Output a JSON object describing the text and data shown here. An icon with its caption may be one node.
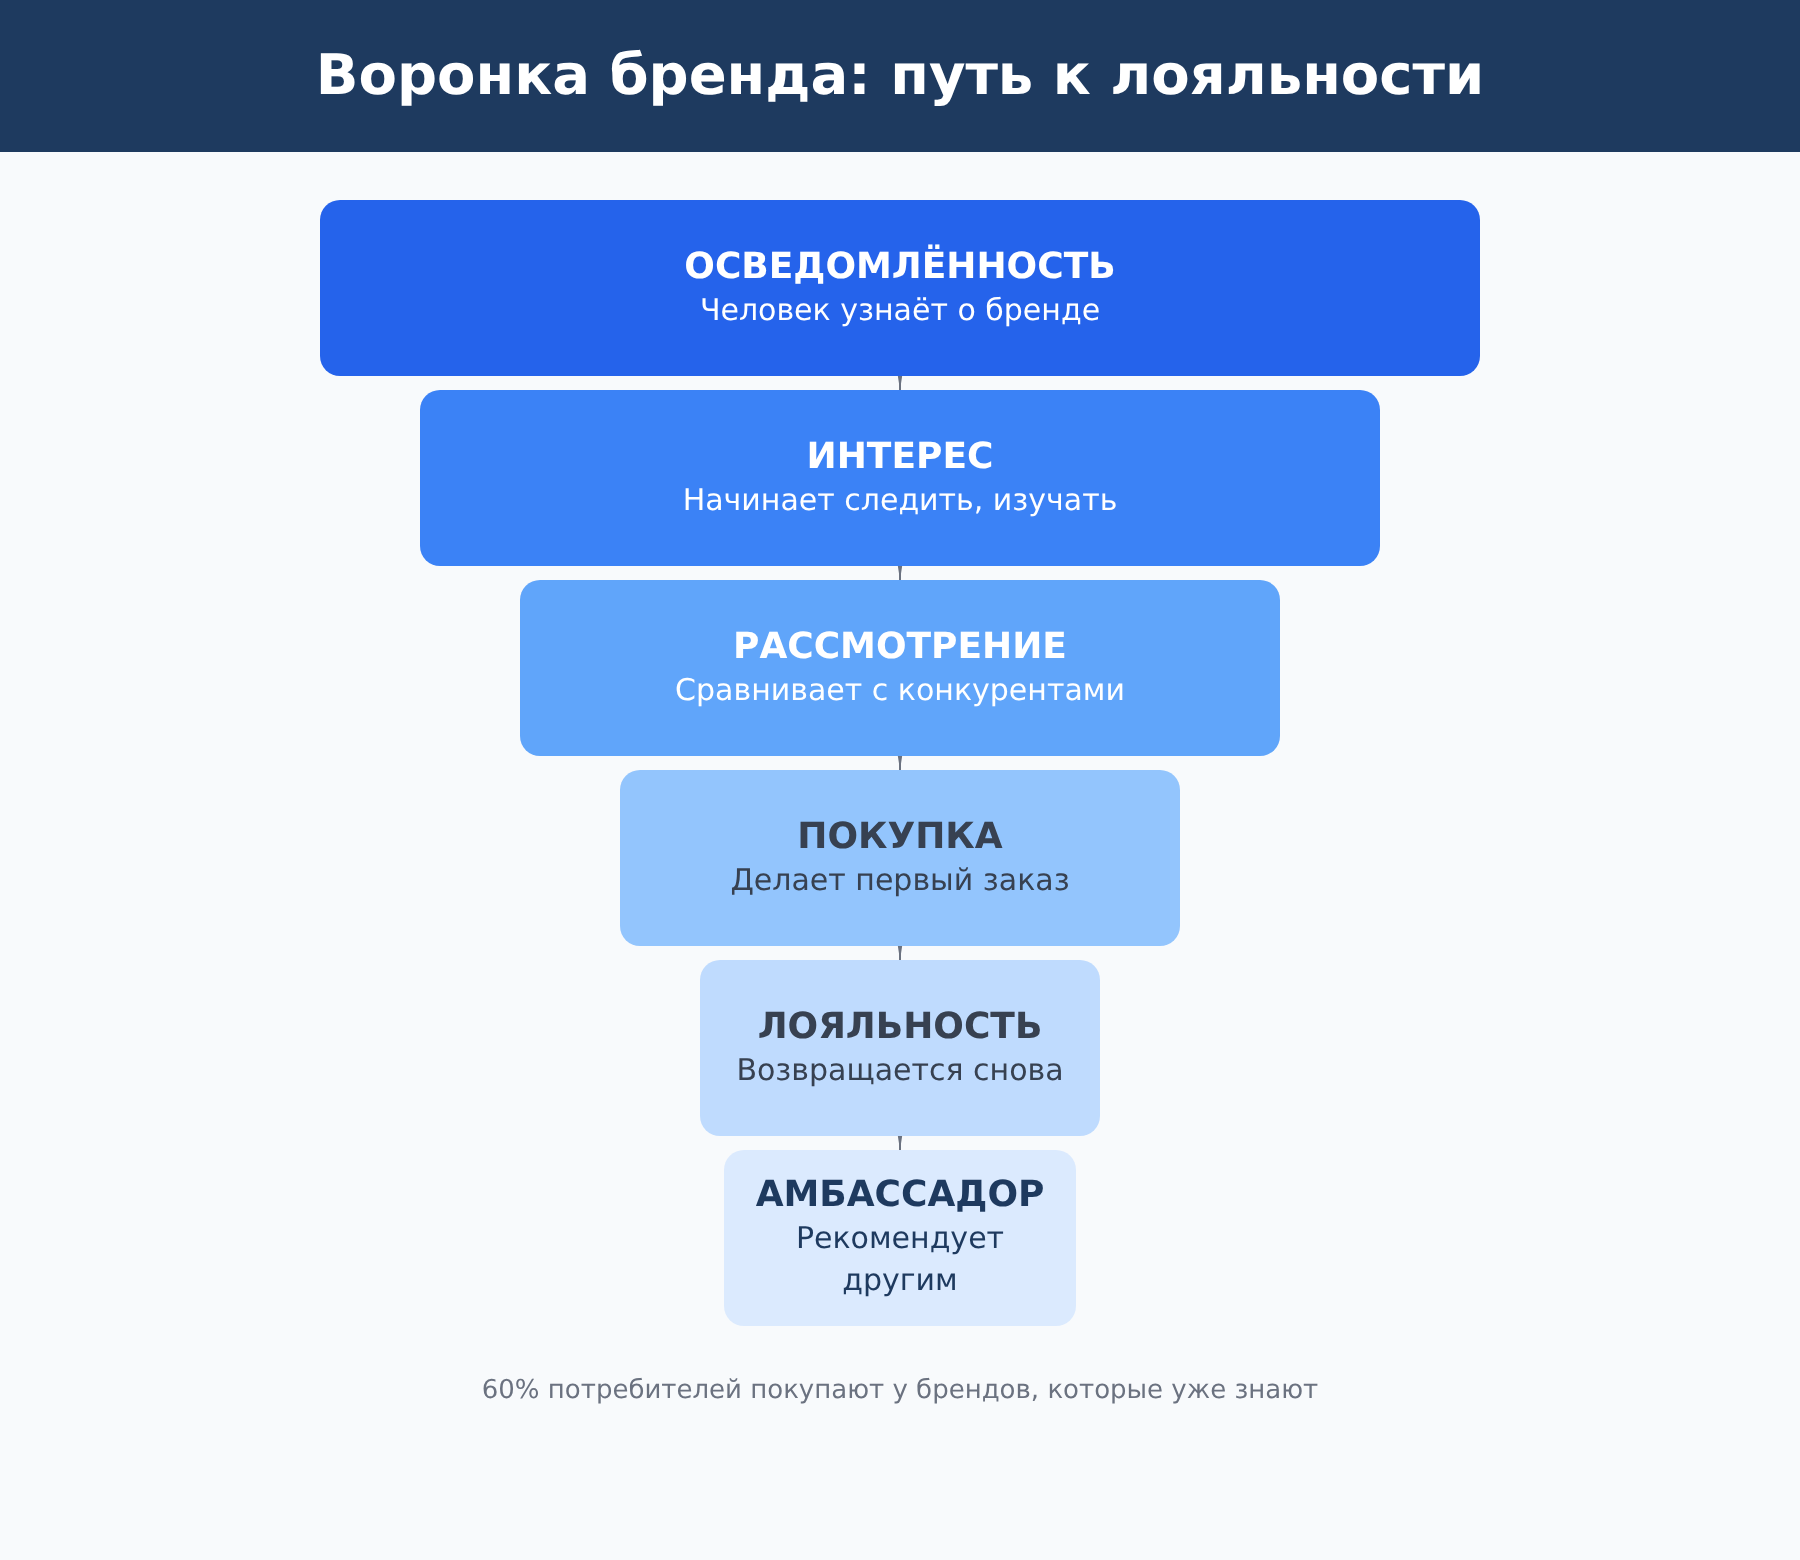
{
  "diagram": {
    "title": "Воронка бренда: путь к лояльности",
    "nodes": [
      {
        "text": [
          "ОСВЕДОМЛЁННОСТЬ",
          "Человек узнаёт о бренде"
        ]
      },
      {
        "text": [
          "ИНТЕРЕС",
          "Начинает следить, изучать"
        ]
      },
      {
        "text": [
          "РАССМОТРЕНИЕ",
          "Сравнивает с конкурентами"
        ]
      },
      {
        "text": [
          "ПОКУПКА",
          "Делает первый заказ"
        ]
      },
      {
        "text": [
          "ЛОЯЛЬНОСТЬ",
          "Возвращается снова"
        ]
      },
      {
        "text": [
          "АМБАССАДОР",
          "Рекомендует другим"
        ]
      }
    ],
    "edges": [
      {
        "from": 0,
        "to": 1,
        "arrow": "to"
      },
      {
        "from": 1,
        "to": 2,
        "arrow": "to"
      },
      {
        "from": 2,
        "to": 3,
        "arrow": "to"
      },
      {
        "from": 3,
        "to": 4,
        "arrow": "to"
      },
      {
        "from": 4,
        "to": 5,
        "arrow": "to"
      }
    ],
    "caption": "60% потребителей покупают у брендов, которые уже знают"
  }
}
